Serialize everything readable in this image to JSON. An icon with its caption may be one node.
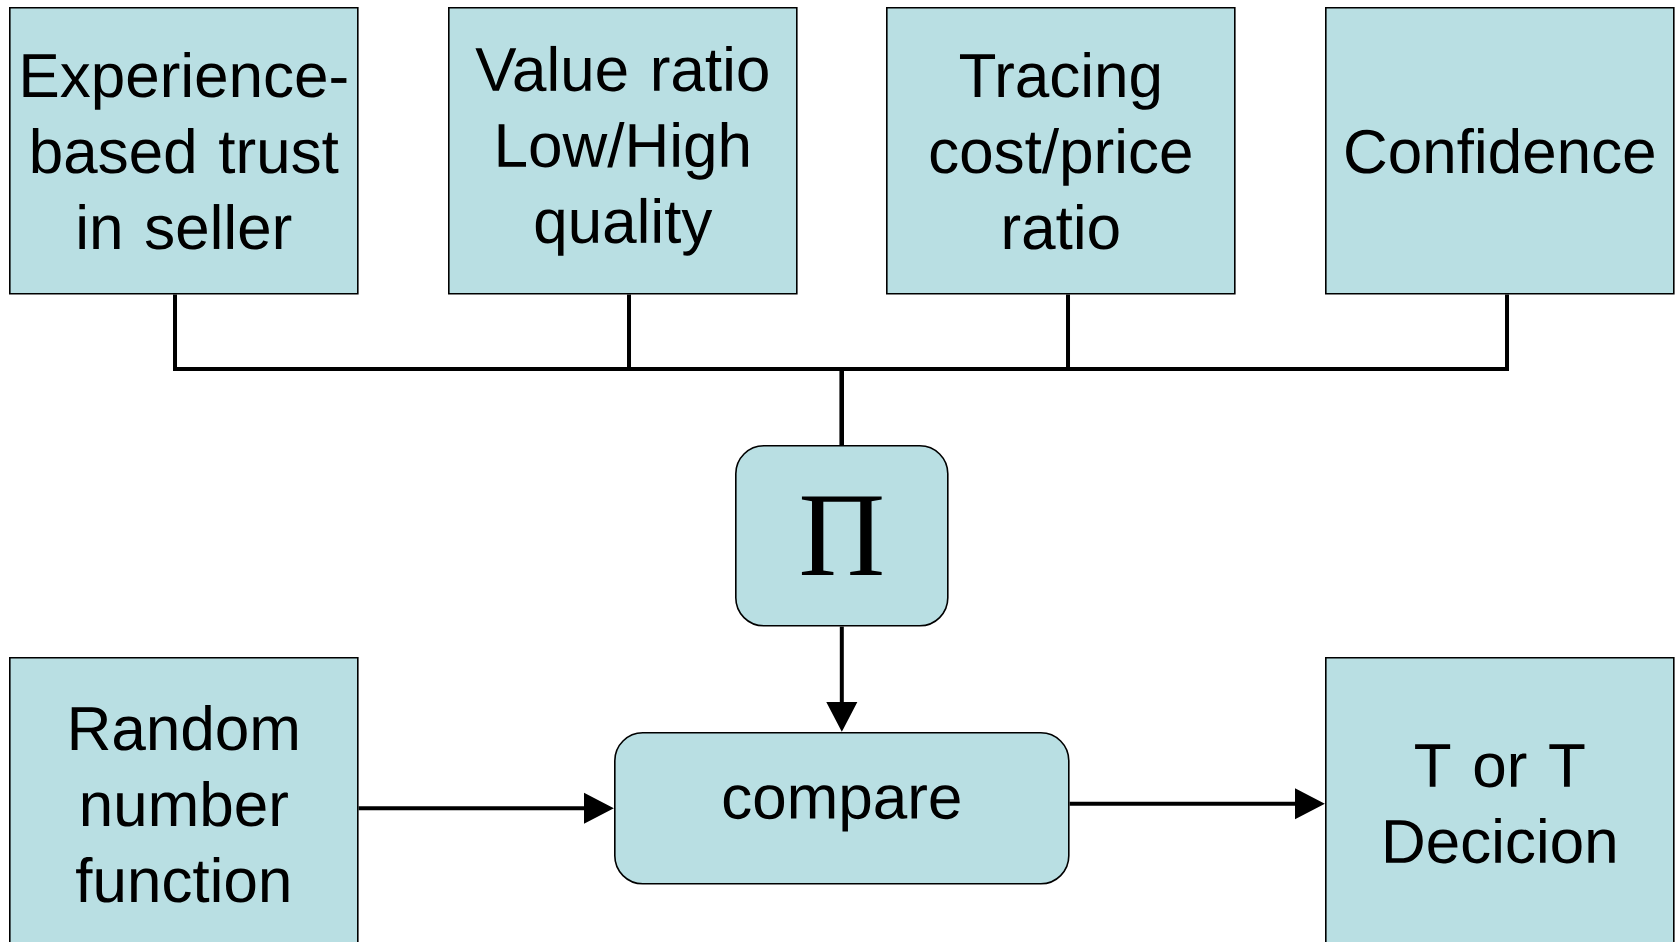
{
  "diagram": {
    "nodes": [
      {
        "text": [
          "Experience-based trust in seller"
        ]
      },
      {
        "text": [
          "Value ratio Low/High quality"
        ]
      },
      {
        "text": [
          "Tracing cost/price ratio"
        ]
      },
      {
        "text": [
          "Confidence"
        ]
      },
      {
        "text": [
          "Π"
        ]
      },
      {
        "text": [
          "Random number function"
        ]
      },
      {
        "text": [
          "compare"
        ]
      },
      {
        "text": [
          "T or T Decicion"
        ]
      }
    ],
    "edges": [
      {
        "from": 0,
        "to": 4,
        "arrow": "none"
      },
      {
        "from": 1,
        "to": 4,
        "arrow": "none"
      },
      {
        "from": 2,
        "to": 4,
        "arrow": "none"
      },
      {
        "from": 3,
        "to": 4,
        "arrow": "none"
      },
      {
        "from": 4,
        "to": 6,
        "arrow": "to"
      },
      {
        "from": 5,
        "to": 6,
        "arrow": "to"
      },
      {
        "from": 6,
        "to": 7,
        "arrow": "to"
      }
    ]
  }
}
